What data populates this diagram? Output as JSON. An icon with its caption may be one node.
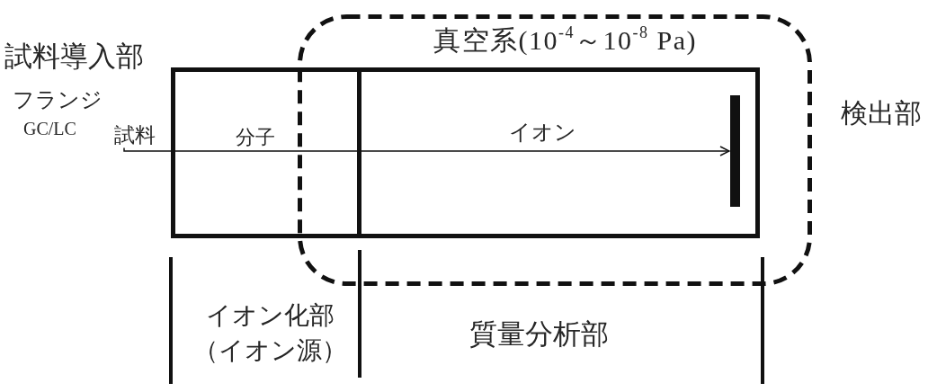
{
  "diagram": {
    "nodes": [
      {
        "text": [
          "試料"
        ]
      },
      {
        "text": [
          "真空系(10$^{-4}$～10$^{-8}$ Pa)"
        ]
      },
      {
        "text": [],
        "shape": "bar",
        "in": 1
      }
    ],
    "edges": [
      {
        "from": 0,
        "to": 2,
        "arrow": "to"
      }
    ],
    "labels": [
      "試料導入部",
      "フランジ",
      "GC/LC",
      "分子",
      "イオン",
      "検出部",
      "イオン化部（イオン源）",
      "質量分析部"
    ]
  }
}
